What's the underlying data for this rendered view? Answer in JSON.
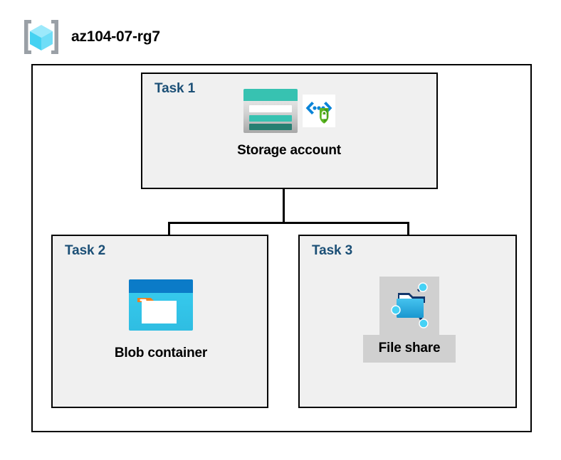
{
  "diagram": {
    "type": "azure-architecture",
    "resource_group": {
      "name": "az104-07-rg7",
      "icon": "resource-group-cube-icon"
    },
    "tasks": [
      {
        "id": "task1",
        "label": "Task 1",
        "node_caption": "Storage account",
        "icons": [
          "storage-account-icon",
          "secure-transfer-shield-icon"
        ]
      },
      {
        "id": "task2",
        "label": "Task 2",
        "node_caption": "Blob container",
        "icons": [
          "blob-container-icon"
        ]
      },
      {
        "id": "task3",
        "label": "Task 3",
        "node_caption": "File share",
        "icons": [
          "file-share-icon"
        ]
      }
    ],
    "connections": [
      {
        "from": "task1",
        "to": "task2"
      },
      {
        "from": "task1",
        "to": "task3"
      }
    ]
  },
  "colors": {
    "task_label": "#1b4f76",
    "box_border": "#000000",
    "box_fill": "#f0f0f0",
    "canvas": "#ffffff",
    "highlight_block": "#d0d0d0",
    "storage_teal": "#37c2b1",
    "storage_teal_dark": "#277f72",
    "blob_blue": "#0078d4",
    "blob_cyan": "#32c8f0",
    "blob_orange": "#f7941e",
    "fileshare_blue": "#32b5e8",
    "fileshare_navy": "#11366b",
    "node_cyan": "#46d2f5",
    "shield_green": "#4ab31d",
    "cube_cyan": "#86e3f7",
    "bracket_gray": "#9aa0a6"
  }
}
